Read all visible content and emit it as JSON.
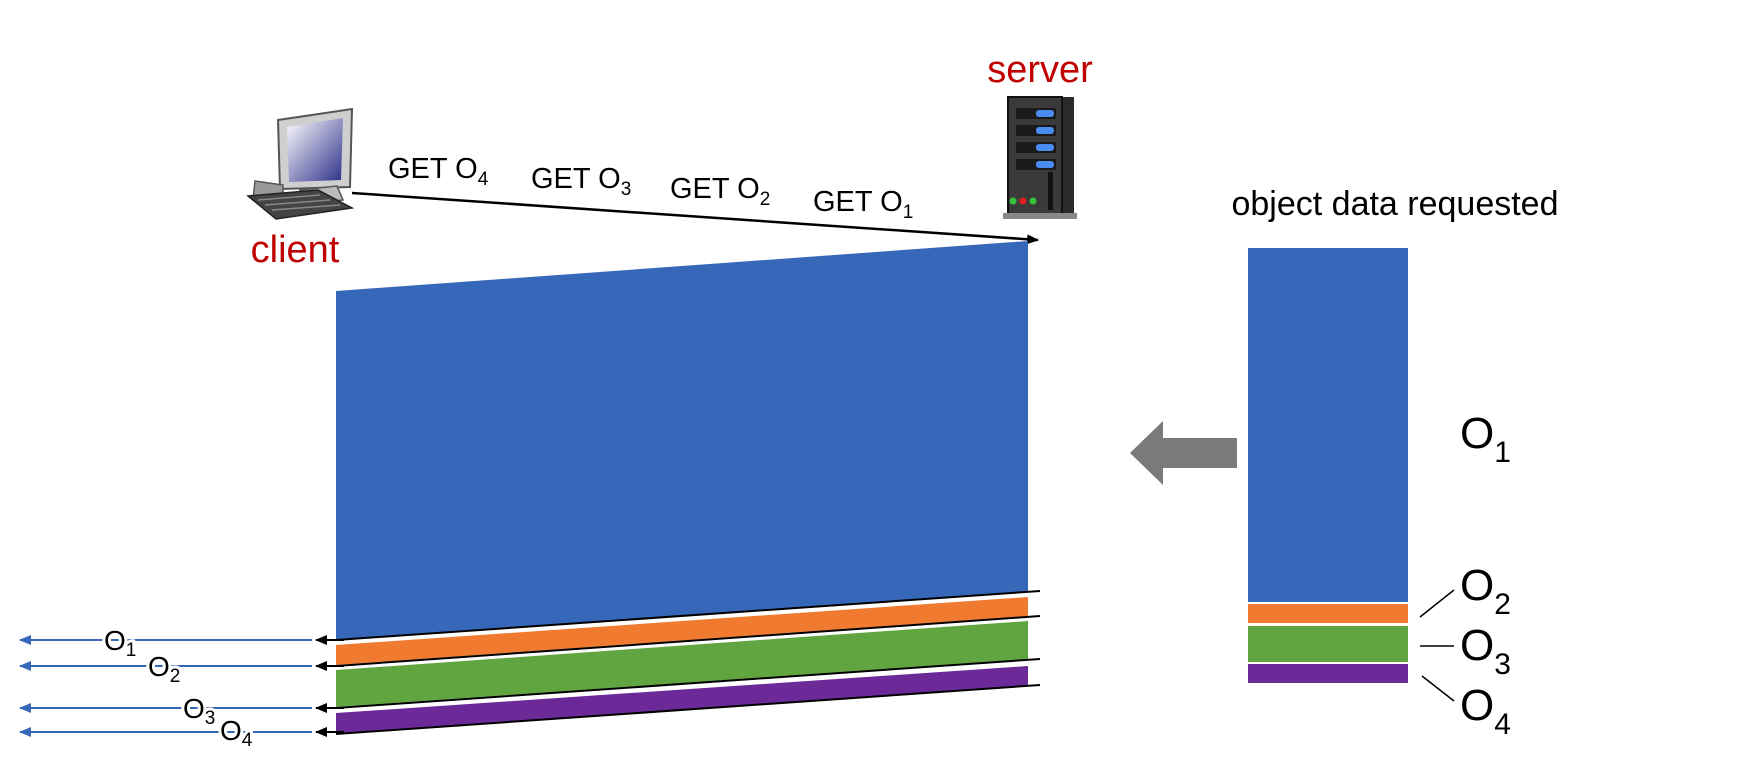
{
  "labels": {
    "server": "server",
    "client": "client",
    "object_data_requested": "object data requested"
  },
  "requests": [
    {
      "prefix": "GET O",
      "sub": "4"
    },
    {
      "prefix": "GET O",
      "sub": "3"
    },
    {
      "prefix": "GET O",
      "sub": "2"
    },
    {
      "prefix": "GET O",
      "sub": "1"
    }
  ],
  "objects": [
    {
      "base": "O",
      "sub": "1",
      "color": "#3767b8"
    },
    {
      "base": "O",
      "sub": "2",
      "color": "#f07a30"
    },
    {
      "base": "O",
      "sub": "3",
      "color": "#61a540"
    },
    {
      "base": "O",
      "sub": "4",
      "color": "#6c2a99"
    }
  ],
  "responses": [
    {
      "base": "O",
      "sub": "1"
    },
    {
      "base": "O",
      "sub": "2"
    },
    {
      "base": "O",
      "sub": "3"
    },
    {
      "base": "O",
      "sub": "4"
    }
  ],
  "colors": {
    "label_red": "#c00000",
    "arrow_blue": "#3767b8",
    "arrow_gray": "#7a7a7a"
  }
}
